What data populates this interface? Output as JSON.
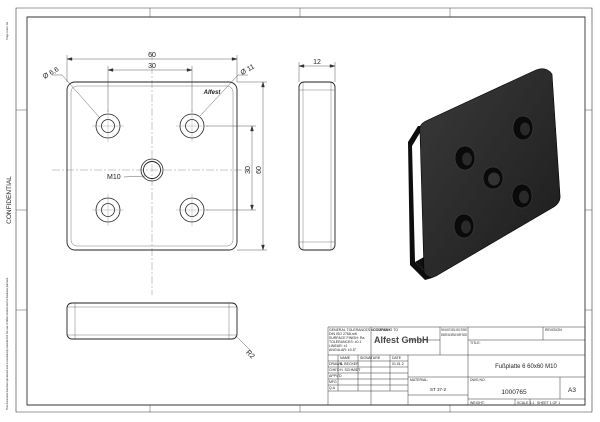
{
  "sheet": {
    "side_label": "CONFIDENTIAL",
    "page_label": "Page count: A3",
    "disclaimer": "This document has been produced and is exclusively intended for the use of Alfest GmbH and its business partners."
  },
  "dimensions": {
    "width_total": "60",
    "width_holes": "30",
    "dia_small": "Ø 6,6",
    "dia_large": "Ø 11",
    "height_holes": "30",
    "height_total": "60",
    "thread": "M10",
    "thickness": "12",
    "radius": "R2"
  },
  "brand_mark": "Alfest",
  "title_block": {
    "company": "Alfest GmbH",
    "company_label": "COMPANY",
    "notes": [
      "GENERAL TOLERANCES ACCORDING TO",
      "DIN ISO 2768-mK",
      "SURFACE FINISH: Ra",
      "TOLERANCES: ±0.1",
      "LINEAR: ±1",
      "ANGULAR: ±0.5°"
    ],
    "rows": [
      {
        "label": "DRAWN",
        "name": "A. BECKER",
        "date": "01.01.2"
      },
      {
        "label": "CHK'D",
        "name": "H. SCHMIDT",
        "date": ""
      },
      {
        "label": "APPV'D",
        "name": "",
        "date": ""
      },
      {
        "label": "MFG",
        "name": "",
        "date": ""
      },
      {
        "label": "Q.A",
        "name": "",
        "date": ""
      }
    ],
    "col_name": "NAME",
    "col_signature": "SIGNATURE",
    "col_date": "DATE",
    "finish_label": "FINISH AND MOST GENERAL SURFACE TREATMENT",
    "deburr_label": "DEBURR AND BREAK SHARP EDGES",
    "revision_label": "REVISION",
    "title_label": "TITLE:",
    "title": "Fußplatte 6 60x60 M10",
    "material_label": "MATERIAL:",
    "material": "ST 37-2",
    "weight_label": "WEIGHT:",
    "dwg_label": "DWG NO.",
    "dwg_no": "1000765",
    "size": "A3",
    "scale": "SCALE 1:1",
    "sheet_no": "SHEET 1 OF 1"
  }
}
